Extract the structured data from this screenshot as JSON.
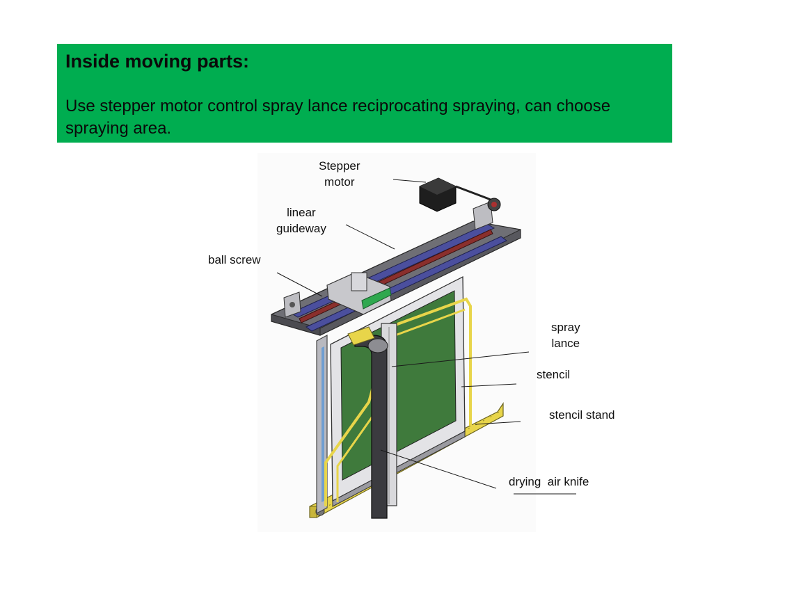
{
  "banner": {
    "title": "Inside moving parts:",
    "description": "Use stepper motor control spray lance reciprocating spraying, can choose spraying area."
  },
  "labels": {
    "stepper_motor": [
      "Stepper",
      "motor"
    ],
    "linear_guideway": [
      "linear",
      "guideway"
    ],
    "ball_screw": "ball screw",
    "spray_lance": [
      "spray",
      "lance"
    ],
    "stencil": "stencil",
    "stencil_stand": "stencil stand",
    "drying_air_knife": "drying  air knife"
  },
  "colors": {
    "banner_green": "#00ad50",
    "stencil_mesh": "#3f7a3c",
    "frame_yellow": "#e8d54a",
    "plate_gray": "#6f6f75",
    "rail_blue": "#4b4f9e",
    "screw_red": "#8a2f2c"
  }
}
